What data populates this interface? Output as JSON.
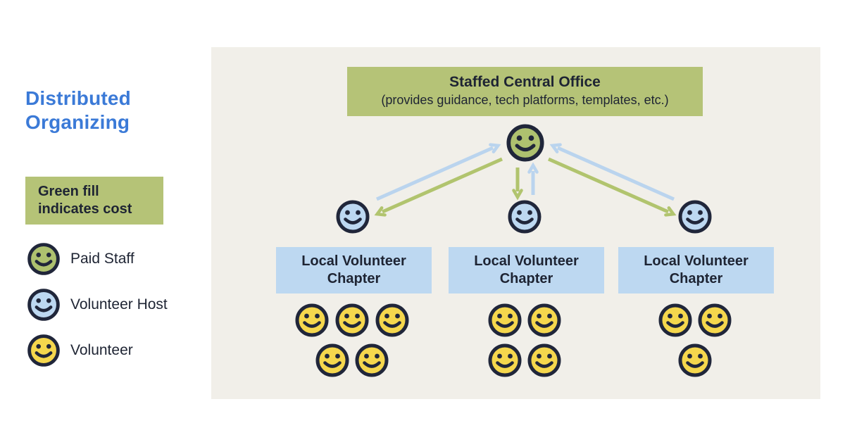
{
  "title": "Distributed\nOrganizing",
  "legend": {
    "note": "Green fill\nindicates cost",
    "items": [
      {
        "icon": "green-smiley-icon",
        "label": "Paid Staff"
      },
      {
        "icon": "blue-smiley-icon",
        "label": "Volunteer Host"
      },
      {
        "icon": "yellow-smiley-icon",
        "label": "Volunteer"
      }
    ]
  },
  "diagram": {
    "central_office": {
      "title": "Staffed Central Office",
      "subtitle": "(provides guidance, tech platforms, templates, etc.)",
      "staff_count": 1
    },
    "chapters": [
      {
        "label": "Local Volunteer\nChapter",
        "host_count": 1,
        "volunteer_count": 5
      },
      {
        "label": "Local Volunteer\nChapter",
        "host_count": 1,
        "volunteer_count": 4
      },
      {
        "label": "Local Volunteer\nChapter",
        "host_count": 1,
        "volunteer_count": 3
      }
    ],
    "connections": "bidirectional arrows between central office and each local chapter host"
  },
  "colors": {
    "title_blue": "#3b7ad7",
    "green_fill": "#b5c377",
    "blue_fill": "#bdd8f1",
    "yellow_fill": "#f5d74d",
    "smiley_green": "#aec16f",
    "outline_dark": "#20263a",
    "arrow_blue": "#bad4ee",
    "arrow_green": "#b1c46e",
    "panel_bg": "#f1efe9",
    "text_dark": "#1e2433",
    "page_bg": "#ffffff"
  }
}
